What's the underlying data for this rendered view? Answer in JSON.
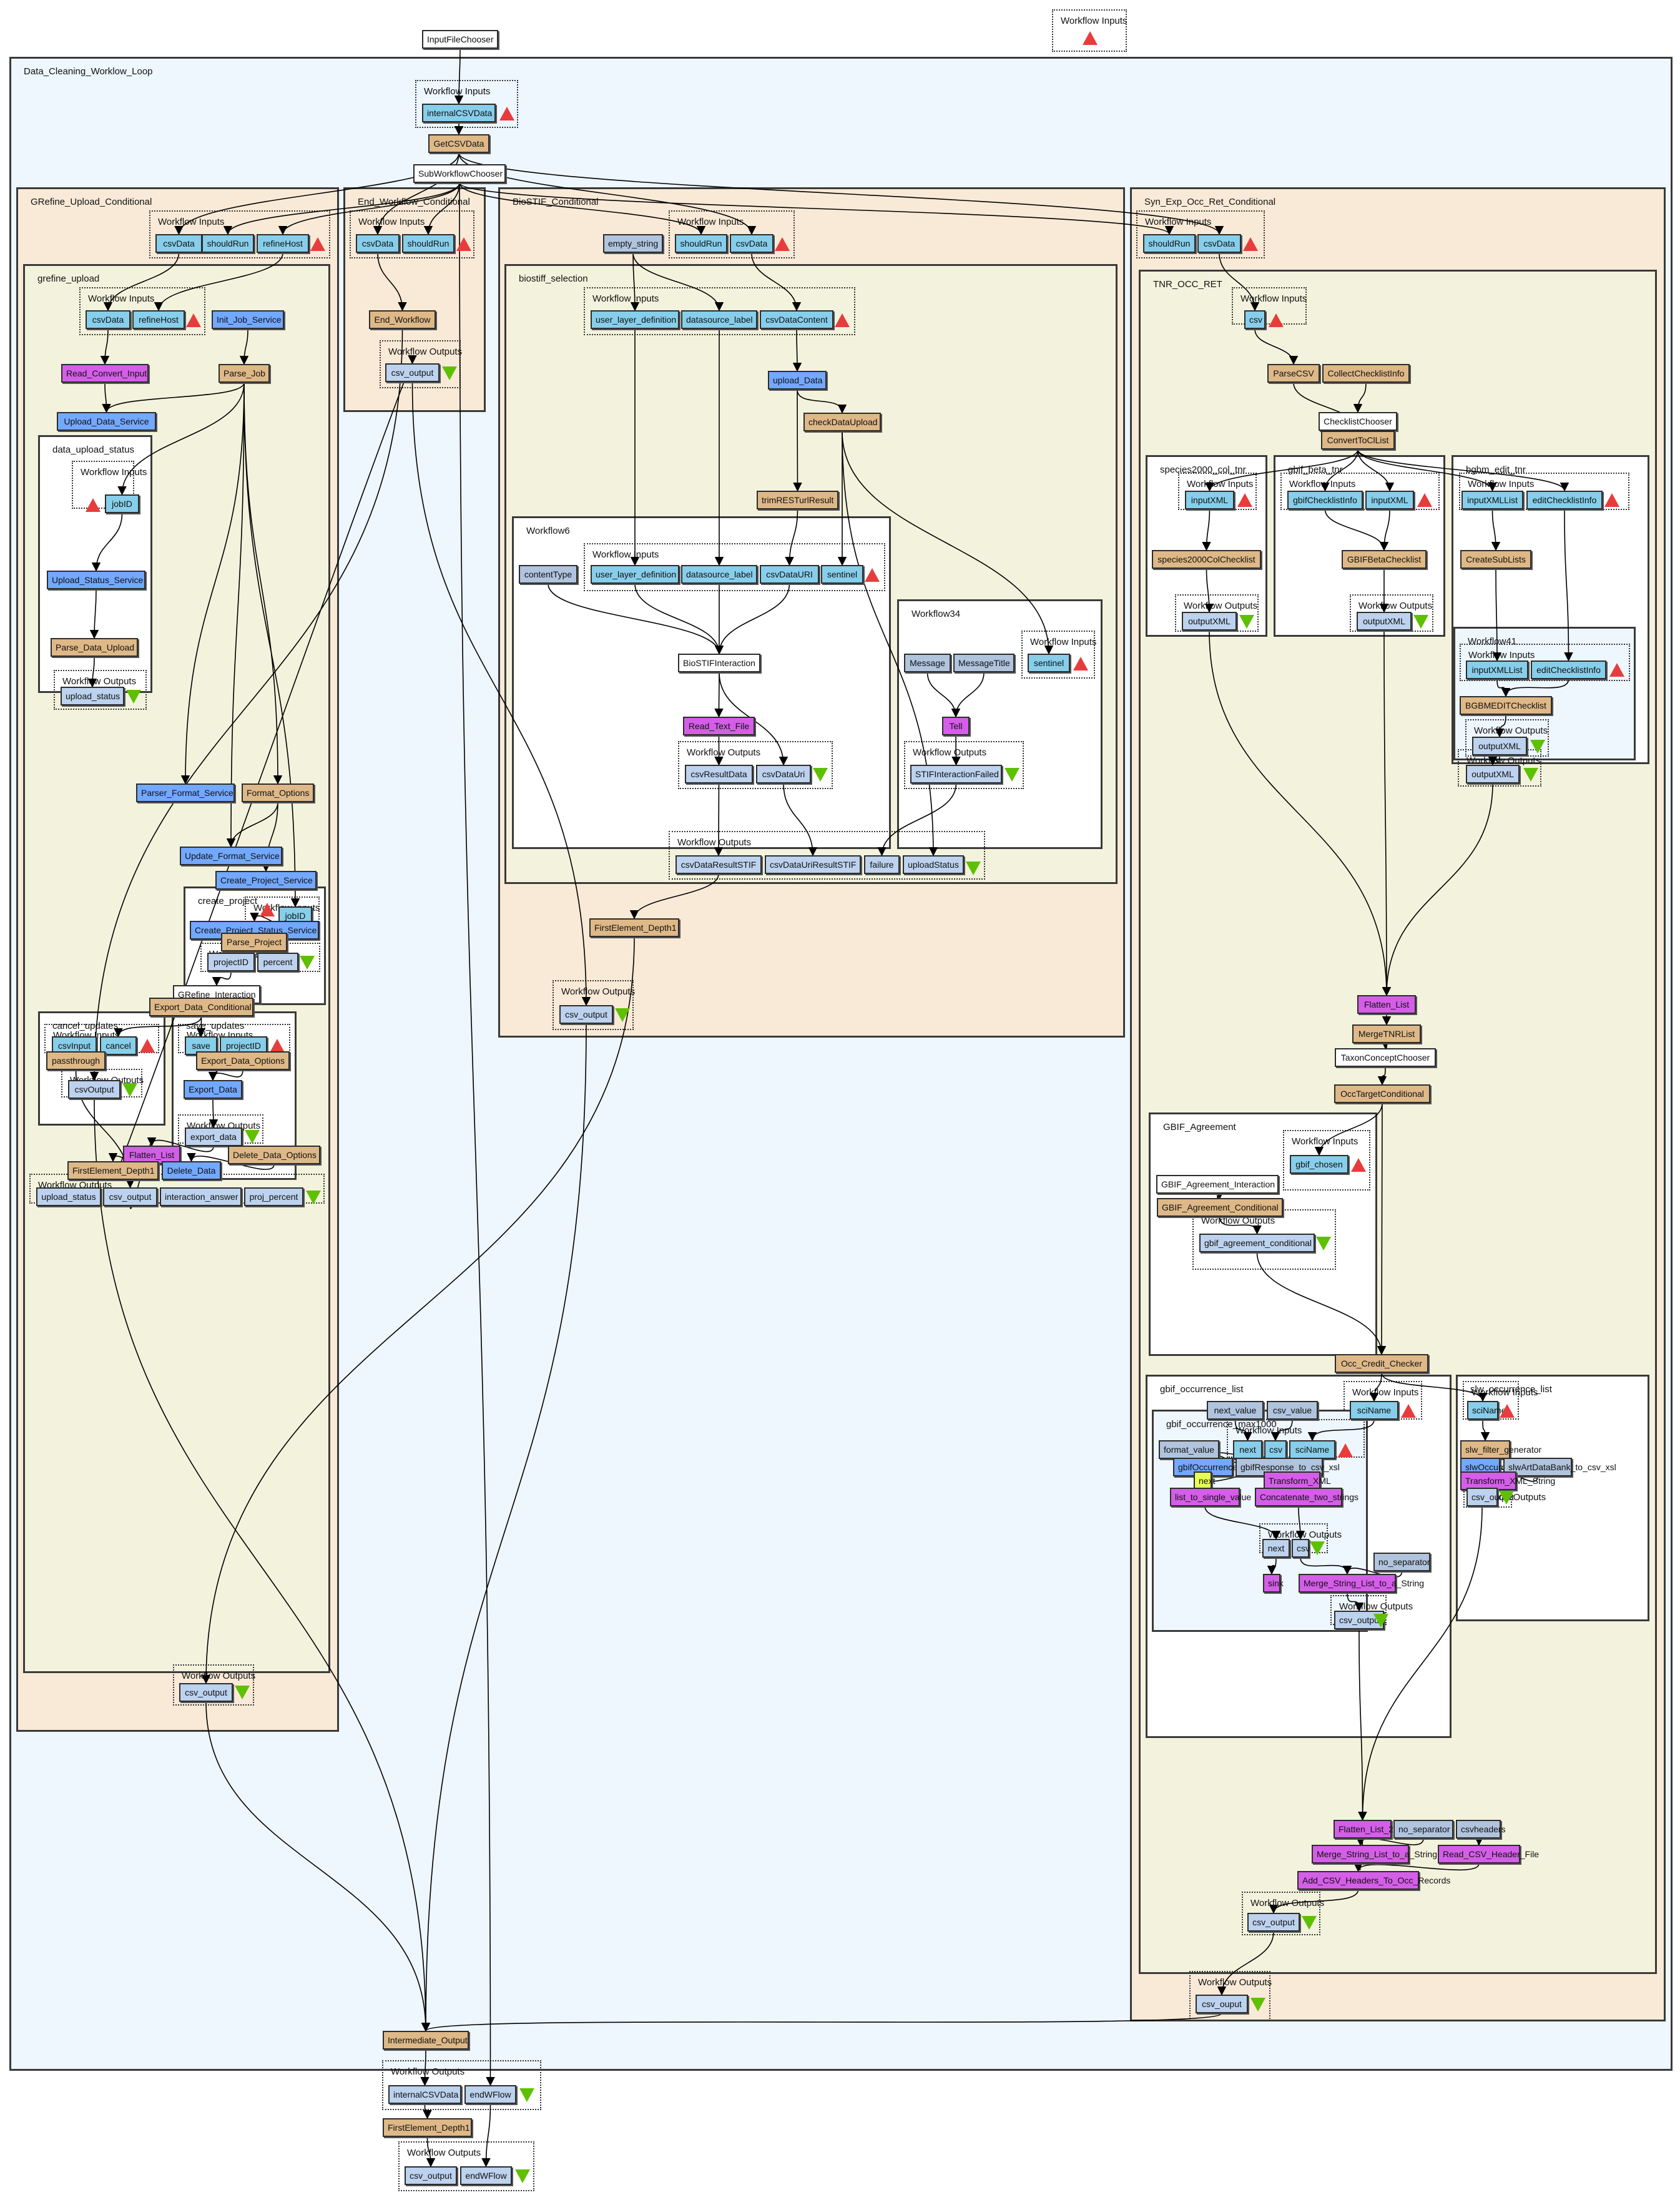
{
  "diagram": {
    "top_nodes": {
      "input_file_chooser": "InputFileChooser",
      "top_workflow_inputs": "Workflow Inputs"
    },
    "main": {
      "title": "Data_Cleaning_Worklow_Loop",
      "inputs_label": "Workflow Inputs",
      "input": "internalCSVData",
      "get_csv": "GetCSVData",
      "sub_chooser": "SubWorkflowChooser",
      "intermediate_output": "Intermediate_Output",
      "outputs_label": "Workflow Outputs",
      "outputs": [
        "internalCSVData",
        "endWFlow"
      ]
    },
    "final": {
      "first_element": "FirstElement_Depth1",
      "outputs_label": "Workflow Outputs",
      "outputs": [
        "csv_output",
        "endWFlow"
      ]
    },
    "grefine": {
      "title": "GRefine_Upload_Conditional",
      "inputs_label": "Workflow Inputs",
      "inputs": [
        "csvData",
        "shouldRun",
        "refineHost"
      ],
      "upload": {
        "title": "grefine_upload",
        "inputs_label": "Workflow Inputs",
        "inputs": [
          "csvData",
          "refineHost"
        ],
        "init_job": "Init_Job_Service",
        "read_convert": "Read_Convert_Input",
        "parse_job": "Parse_Job",
        "upload_data": "Upload_Data_Service",
        "status": {
          "title": "data_upload_status",
          "inputs_label": "Workflow Inputs",
          "input": "jobID",
          "service": "Upload_Status_Service",
          "parse": "Parse_Data_Upload",
          "outputs_label": "Workflow Outputs",
          "output": "upload_status"
        },
        "parser_format": "Parser_Format_Service",
        "format_options": "Format_Options",
        "update_format": "Update_Format_Service",
        "create_project_service": "Create_Project_Service",
        "create_project": {
          "title": "create_project",
          "inputs_label": "Workflow Inputs",
          "input": "jobID",
          "status_service": "Create_Project_Status_Service",
          "parse": "Parse_Project",
          "outputs_label": "Workflow Outputs",
          "outputs": [
            "projectID",
            "percent"
          ]
        },
        "interaction": "GRefine_Interaction",
        "export_conditional": "Export_Data_Conditional",
        "cancel": {
          "title": "cancel_updates",
          "inputs_label": "Workflow Inputs",
          "inputs": [
            "csvInput",
            "cancel"
          ],
          "passthrough": "passthrough",
          "outputs_label": "Workflow Outputs",
          "output": "csvOutput"
        },
        "save": {
          "title": "save_updates",
          "inputs_label": "Workflow Inputs",
          "inputs": [
            "save",
            "projectID"
          ],
          "options": "Export_Data_Options",
          "export": "Export_Data",
          "outputs_label": "Workflow Outputs",
          "output": "export_data"
        },
        "flatten": "Flatten_List",
        "delete_options": "Delete_Data_Options",
        "first_element": "FirstElement_Depth1",
        "delete_data": "Delete_Data",
        "outputs_label": "Workflow Outputs",
        "outputs": [
          "upload_status",
          "csv_output",
          "interaction_answer",
          "proj_percent"
        ]
      },
      "outputs_label": "Workflow Outputs",
      "output": "csv_output"
    },
    "endwf": {
      "title": "End_Workflow_Conditional",
      "inputs_label": "Workflow Inputs",
      "inputs": [
        "csvData",
        "shouldRun"
      ],
      "end": "End_Workflow",
      "outputs_label": "Workflow Outputs",
      "output": "csv_output"
    },
    "biostif": {
      "title": "BioSTIF_Conditional",
      "empty_string": "empty_string",
      "inputs_label": "Workflow Inputs",
      "inputs": [
        "shouldRun",
        "csvData"
      ],
      "selection": {
        "title": "biostiff_selection",
        "inputs_label": "Workflow Inputs",
        "inputs": [
          "user_layer_definition",
          "datasource_label",
          "csvDataContent"
        ],
        "upload_data": "upload_Data",
        "check_upload": "checkDataUpload",
        "trim": "trimRESTurlResult",
        "wf6": {
          "title": "Workflow6",
          "content_type": "contentType",
          "inputs_label": "Workflow Inputs",
          "inputs": [
            "user_layer_definition",
            "datasource_label",
            "csvDataURI",
            "sentinel"
          ],
          "interaction": "BioSTIFInteraction",
          "read_text": "Read_Text_File",
          "outputs_label": "Workflow Outputs",
          "outputs": [
            "csvResultData",
            "csvDataUri"
          ]
        },
        "wf34": {
          "title": "Workflow34",
          "message": "Message",
          "message_title": "MessageTitle",
          "inputs_label": "Workflow Inputs",
          "input": "sentinel",
          "tell": "Tell",
          "outputs_label": "Workflow Outputs",
          "output": "STIFInteractionFailed"
        },
        "outputs_label": "Workflow Outputs",
        "outputs": [
          "csvDataResultSTIF",
          "csvDataUriResultSTIF",
          "failure",
          "uploadStatus"
        ]
      },
      "first_element": "FirstElement_Depth1",
      "outputs_label": "Workflow Outputs",
      "output": "csv_output"
    },
    "synexp": {
      "title": "Syn_Exp_Occ_Ret_Conditional",
      "inputs_label": "Workflow Inputs",
      "inputs": [
        "shouldRun",
        "csvData"
      ],
      "tnr": {
        "title": "TNR_OCC_RET",
        "inputs_label": "Workflow Inputs",
        "input": "csv",
        "parse_csv": "ParseCSV",
        "collect": "CollectChecklistInfo",
        "checklist_chooser": "ChecklistChooser",
        "convert": "ConvertToClList",
        "species": {
          "title": "species2000_col_tnr",
          "inputs_label": "Workflow Inputs",
          "input": "inputXML",
          "proc": "species2000ColChecklist",
          "outputs_label": "Workflow Outputs",
          "output": "outputXML"
        },
        "gbifbeta": {
          "title": "gbif_beta_tnr",
          "inputs_label": "Workflow Inputs",
          "inputs": [
            "gbifChecklistInfo",
            "inputXML"
          ],
          "proc": "GBIFBetaChecklist",
          "outputs_label": "Workflow Outputs",
          "output": "outputXML"
        },
        "bgbm": {
          "title": "bgbm_edit_tnr",
          "inputs_label": "Workflow Inputs",
          "inputs": [
            "inputXMLList",
            "editChecklistInfo"
          ],
          "create_sublists": "CreateSubLists",
          "wf41": {
            "title": "Workflow41",
            "inputs_label": "Workflow Inputs",
            "inputs": [
              "inputXMLList",
              "editChecklistInfo"
            ],
            "proc": "BGBMEDITChecklist",
            "outputs_label": "Workflow Outputs",
            "output": "outputXML"
          },
          "outputs_label": "Workflow Outputs",
          "output": "outputXML"
        },
        "flatten": "Flatten_List",
        "merge_tnr": "MergeTNRList",
        "taxon_chooser": "TaxonConceptChooser",
        "occ_target": "OccTargetConditional",
        "gbif_agreement": {
          "title": "GBIF_Agreement",
          "interaction": "GBIF_Agreement_Interaction",
          "conditional": "GBIF_Agreement_Conditional",
          "inputs_label": "Workflow Inputs",
          "input": "gbif_chosen",
          "outputs_label": "Workflow Outputs",
          "output": "gbif_agreement_conditional"
        },
        "credit_checker": "Occ_Credit_Checker",
        "gbif_occ": {
          "title": "gbif_occurrence_list",
          "next_value": "next_value",
          "csv_value": "csv_value",
          "inputs_label": "Workflow Inputs",
          "input": "sciName",
          "max1000": {
            "title": "gbif_occurrence_max1000",
            "format_value": "format_value",
            "inputs_label": "Workflow Inputs",
            "inputs": [
              "next",
              "csv",
              "sciName"
            ],
            "gbif_occurrence": "gbifOccurrence",
            "xsl": "gbifResponse_to_csv_xsl",
            "next": "next",
            "transform": "Transform_XML",
            "list_to_single": "list_to_single_value",
            "concat": "Concatenate_two_strings",
            "outputs_label": "Workflow Outputs",
            "outputs": [
              "next",
              "csv"
            ]
          },
          "sink": "sink",
          "no_separator": "no_separator",
          "merge": "Merge_String_List_to_a_String",
          "outputs_label": "Workflow Outputs",
          "output": "csv_output"
        },
        "slw": {
          "title": "slw_occurrence_list",
          "inputs_label": "Workflow Inputs",
          "input": "sciName",
          "filter": "slw_filter_generator",
          "occurrence": "slwOccurrence",
          "xsl": "slwArtDataBank_to_csv_xsl",
          "transform": "Transform_XML_String",
          "outputs_label": "Workflow Outputs",
          "output": "csv_output"
        },
        "flatten2": "Flatten_List_2",
        "no_separator": "no_separator",
        "csvheaders": "csvheaders",
        "merge": "Merge_String_List_to_a_String",
        "read_header": "Read_CSV_Header_File",
        "add_headers": "Add_CSV_Headers_To_Occ_Records",
        "outputs_label": "Workflow Outputs",
        "output": "csv_output"
      },
      "outputs_label": "Workflow Outputs",
      "output": "csv_ouput"
    },
    "colors": {
      "workflow_input": "#87ceeb",
      "workflow_output": "#bcd2ee",
      "beanshell": "#deb887",
      "rest_service": "#73a8ff",
      "local_worker": "#d45ee8",
      "constant": "#b0c4de",
      "input_marker": "#e83c3c",
      "output_marker": "#5ec000",
      "outer_cluster": "#eef6fe",
      "conditional_cluster": "#f9ead7",
      "subworkflow_cluster": "#f3f3dd"
    }
  }
}
